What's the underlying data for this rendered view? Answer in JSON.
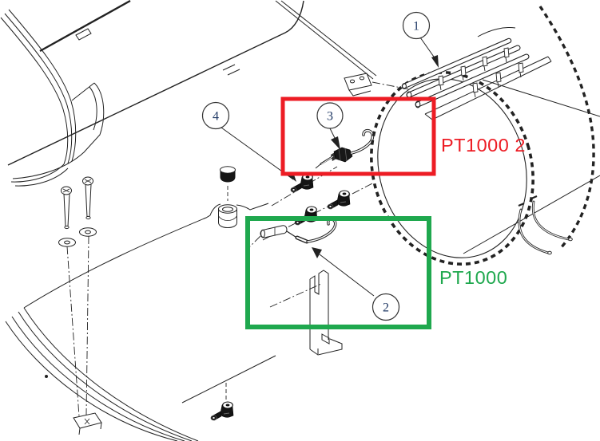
{
  "diagram": {
    "type": "exploded-assembly-drawing",
    "callouts": [
      {
        "number": "1"
      },
      {
        "number": "2"
      },
      {
        "number": "3"
      },
      {
        "number": "4"
      }
    ],
    "annotations": [
      {
        "label": "PT1000 2",
        "box": "red"
      },
      {
        "label": "PT1000",
        "box": "green"
      }
    ],
    "colors": {
      "red": "#ed1c24",
      "green": "#1fa84e",
      "callout_number": "#1f3864",
      "line": "#222222"
    }
  }
}
